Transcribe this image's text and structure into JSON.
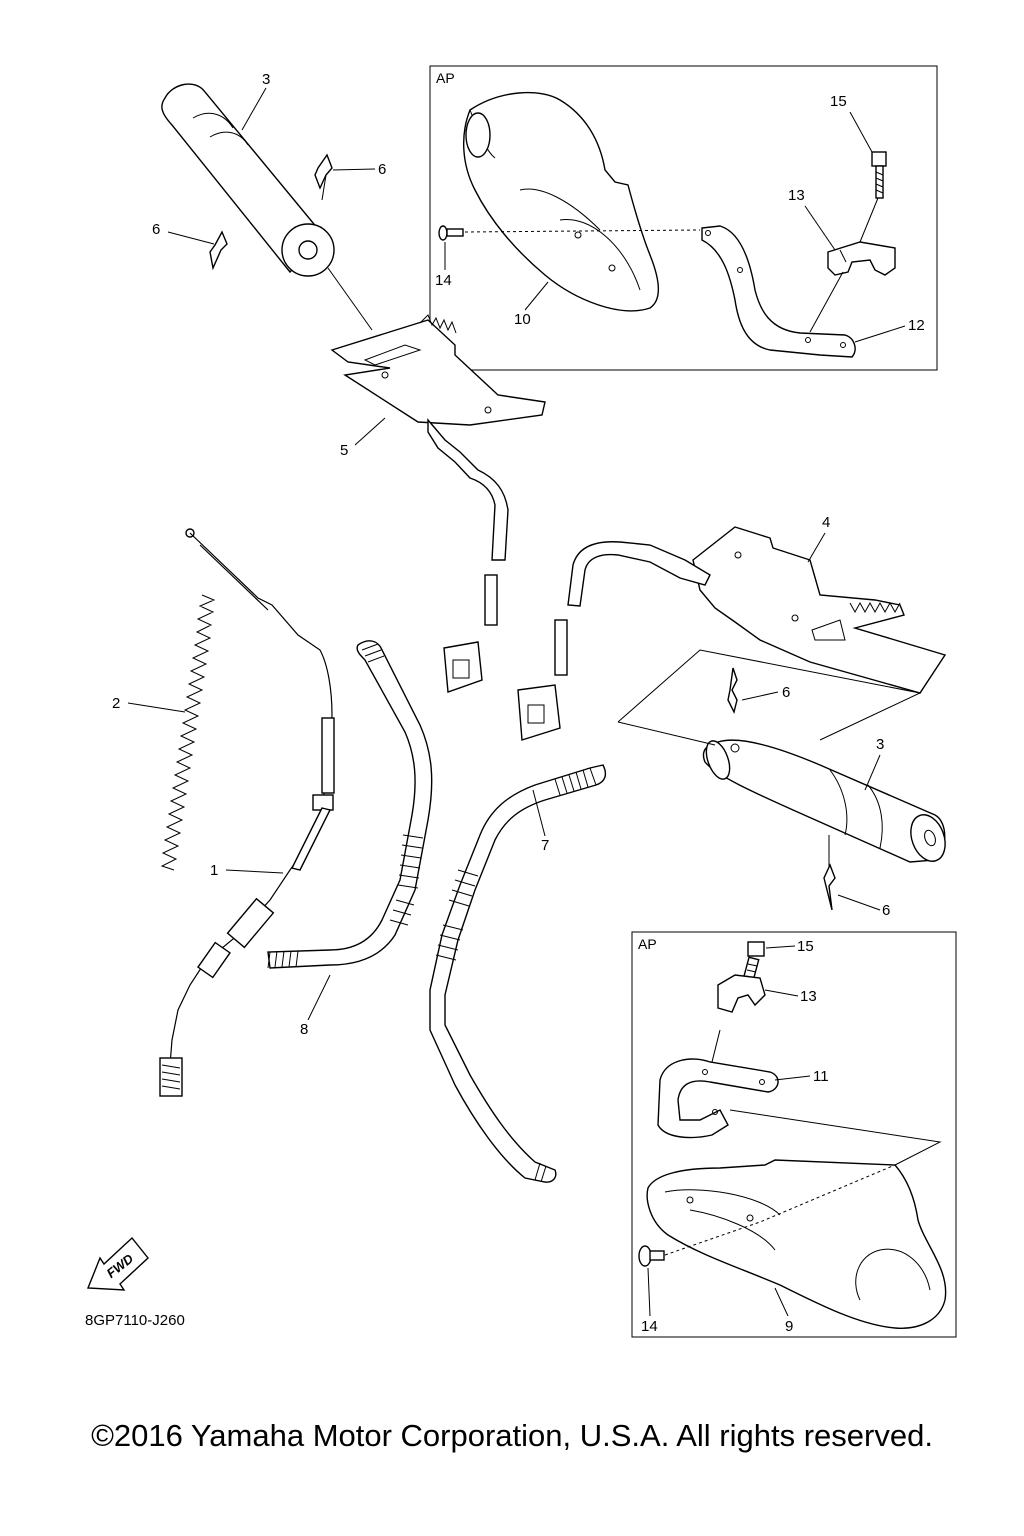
{
  "diagram_code": "8GP7110-J260",
  "fwd_badge": "FWD",
  "copyright": "©2016 Yamaha Motor Corporation, U.S.A. All rights reserved.",
  "insets": [
    {
      "label": "AP"
    },
    {
      "label": "AP"
    }
  ],
  "callouts": [
    {
      "id": "c3a",
      "text": "3"
    },
    {
      "id": "c6a",
      "text": "6"
    },
    {
      "id": "c6b",
      "text": "6"
    },
    {
      "id": "c5",
      "text": "5"
    },
    {
      "id": "c15a",
      "text": "15"
    },
    {
      "id": "c13a",
      "text": "13"
    },
    {
      "id": "c14a",
      "text": "14"
    },
    {
      "id": "c10",
      "text": "10"
    },
    {
      "id": "c12",
      "text": "12"
    },
    {
      "id": "c4",
      "text": "4"
    },
    {
      "id": "c2",
      "text": "2"
    },
    {
      "id": "c6c",
      "text": "6"
    },
    {
      "id": "c3b",
      "text": "3"
    },
    {
      "id": "c7",
      "text": "7"
    },
    {
      "id": "c1",
      "text": "1"
    },
    {
      "id": "c6d",
      "text": "6"
    },
    {
      "id": "c8",
      "text": "8"
    },
    {
      "id": "c15b",
      "text": "15"
    },
    {
      "id": "c13b",
      "text": "13"
    },
    {
      "id": "c11",
      "text": "11"
    },
    {
      "id": "c14b",
      "text": "14"
    },
    {
      "id": "c9",
      "text": "9"
    }
  ]
}
